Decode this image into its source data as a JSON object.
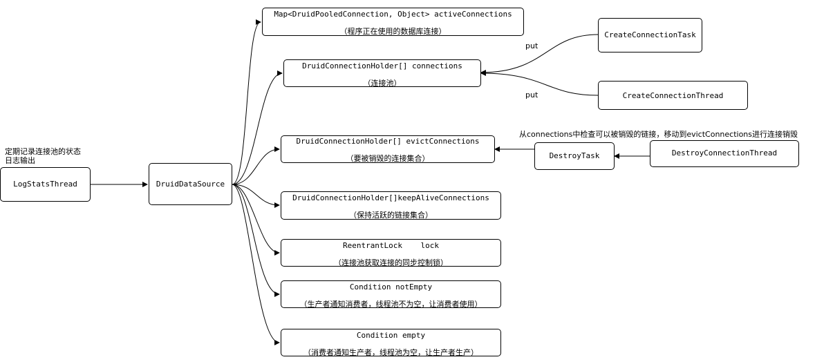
{
  "nodes": {
    "log_stats": {
      "title": "LogStatsThread"
    },
    "druid_ds": {
      "title": "DruidDataSource"
    },
    "active_connections": {
      "title": "Map<DruidPooledConnection, Object> activeConnections",
      "subtitle": "（程序正在使用的数据库连接）"
    },
    "connections": {
      "title": "DruidConnectionHolder[] connections",
      "subtitle": "（连接池）"
    },
    "evict_connections": {
      "title": "DruidConnectionHolder[] evictConnections",
      "subtitle": "（要被销毁的连接集合）"
    },
    "keepalive_connections": {
      "title": "DruidConnectionHolder[]keepAliveConnections",
      "subtitle": "（保持活跃的链接集合）"
    },
    "reentrant_lock": {
      "title": "ReentrantLock    lock",
      "subtitle": "（连接池获取连接的同步控制锁）"
    },
    "not_empty": {
      "title": "Condition notEmpty",
      "subtitle": "（生产者通知消费者，线程池不为空，让消费者使用）"
    },
    "empty": {
      "title": "Condition empty",
      "subtitle": "（消费者通知生产者，线程池为空，让生产者生产）"
    },
    "create_task": {
      "title": "CreateConnectionTask"
    },
    "create_thread": {
      "title": "CreateConnectionThread"
    },
    "destroy_task": {
      "title": "DestroyTask"
    },
    "destroy_thread": {
      "title": "DestroyConnectionThread"
    }
  },
  "labels": {
    "log_note_line1": "定期记录连接池的状态",
    "log_note_line2": "日志输出",
    "put_top": "put",
    "put_bottom": "put",
    "destroy_note": "从connections中检查可以被销毁的链接，移动到evictConnections进行连接销毁"
  }
}
